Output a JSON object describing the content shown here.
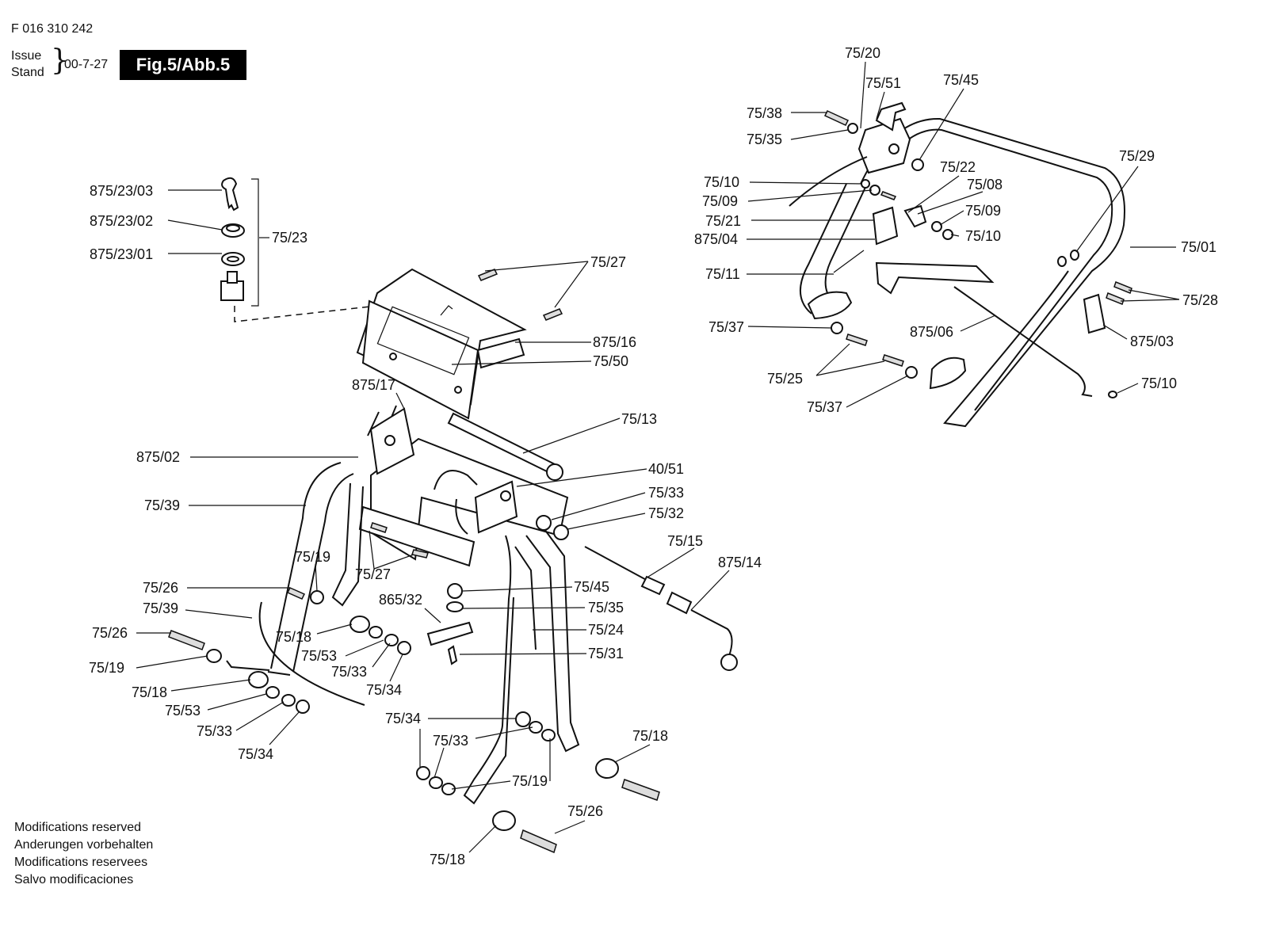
{
  "header": {
    "doc_number": "F 016 310 242",
    "issue_label_1": "Issue",
    "issue_label_2": "Stand",
    "issue_date": "00-7-27",
    "figure_title": "Fig.5/Abb.5"
  },
  "notes": [
    "Modifications reserved",
    "Anderungen vorbehalten",
    "Modifications reservees",
    "Salvo modificaciones"
  ],
  "callouts": [
    "875/23/03",
    "875/23/02",
    "875/23/01",
    "75/23",
    "75/27",
    "875/16",
    "75/50",
    "875/17",
    "75/13",
    "875/02",
    "40/51",
    "75/33",
    "75/32",
    "75/39",
    "75/15",
    "875/14",
    "75/19",
    "75/27",
    "75/26",
    "75/45",
    "865/32",
    "75/35",
    "75/39",
    "75/24",
    "75/26",
    "75/18",
    "75/31",
    "75/53",
    "75/19",
    "75/33",
    "75/34",
    "75/18",
    "75/53",
    "75/34",
    "75/33",
    "75/18",
    "75/34",
    "75/33",
    "75/19",
    "75/26",
    "75/18",
    "75/20",
    "75/51",
    "75/45",
    "75/38",
    "75/35",
    "75/29",
    "75/10",
    "75/22",
    "75/09",
    "75/08",
    "75/21",
    "75/09",
    "875/04",
    "75/10",
    "75/01",
    "75/11",
    "75/28",
    "75/37",
    "875/06",
    "875/03",
    "75/25",
    "75/10",
    "75/37"
  ]
}
